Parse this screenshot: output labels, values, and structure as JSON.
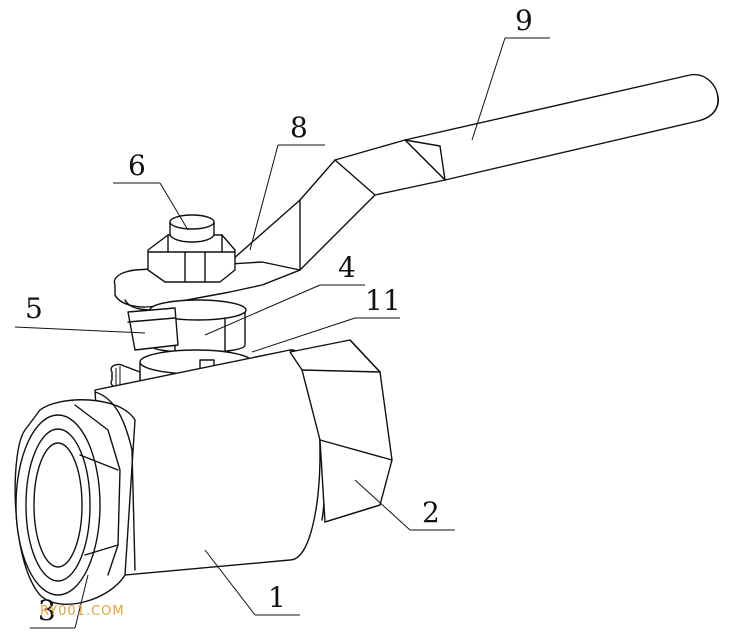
{
  "labels": {
    "part_1": "1",
    "part_2": "2",
    "part_3": "3",
    "part_4": "4",
    "part_5": "5",
    "part_6": "6",
    "part_8": "8",
    "part_9": "9",
    "part_11": "11"
  },
  "watermark": "RY001.COM"
}
